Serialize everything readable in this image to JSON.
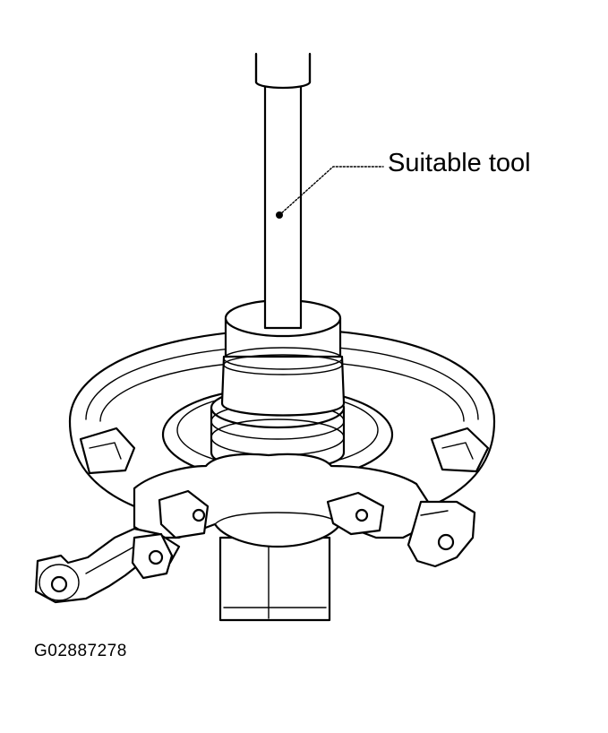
{
  "figure": {
    "callout_label": "Suitable tool",
    "figure_id": "G02887278"
  },
  "colors": {
    "line": "#000000",
    "background": "#ffffff"
  },
  "icons": {
    "callout_dot": "filled-circle",
    "callout_leader": "dotted-line"
  }
}
